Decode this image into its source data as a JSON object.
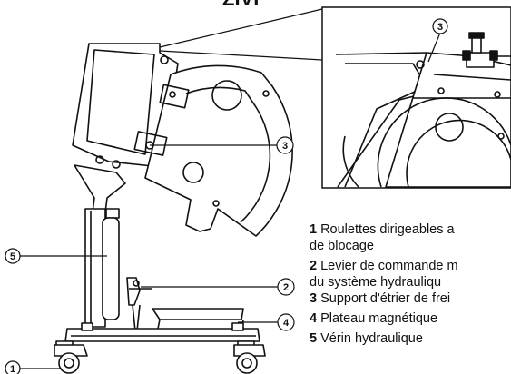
{
  "header": {
    "partial_title": "ZIVI"
  },
  "callouts": {
    "c1": "1",
    "c2": "2",
    "c3_main": "3",
    "c3_detail": "3",
    "c4": "4",
    "c5": "5"
  },
  "legend": [
    {
      "num": "1",
      "line1": "Roulettes dirigeables a",
      "line2": "de blocage"
    },
    {
      "num": "2",
      "line1": "Levier de commande m",
      "line2": "du système hydrauliqu"
    },
    {
      "num": "3",
      "line1": "Support d'étrier de frei",
      "line2": ""
    },
    {
      "num": "4",
      "line1": "Plateau magnétique",
      "line2": ""
    },
    {
      "num": "5",
      "line1": "Vérin hydraulique",
      "line2": ""
    }
  ]
}
